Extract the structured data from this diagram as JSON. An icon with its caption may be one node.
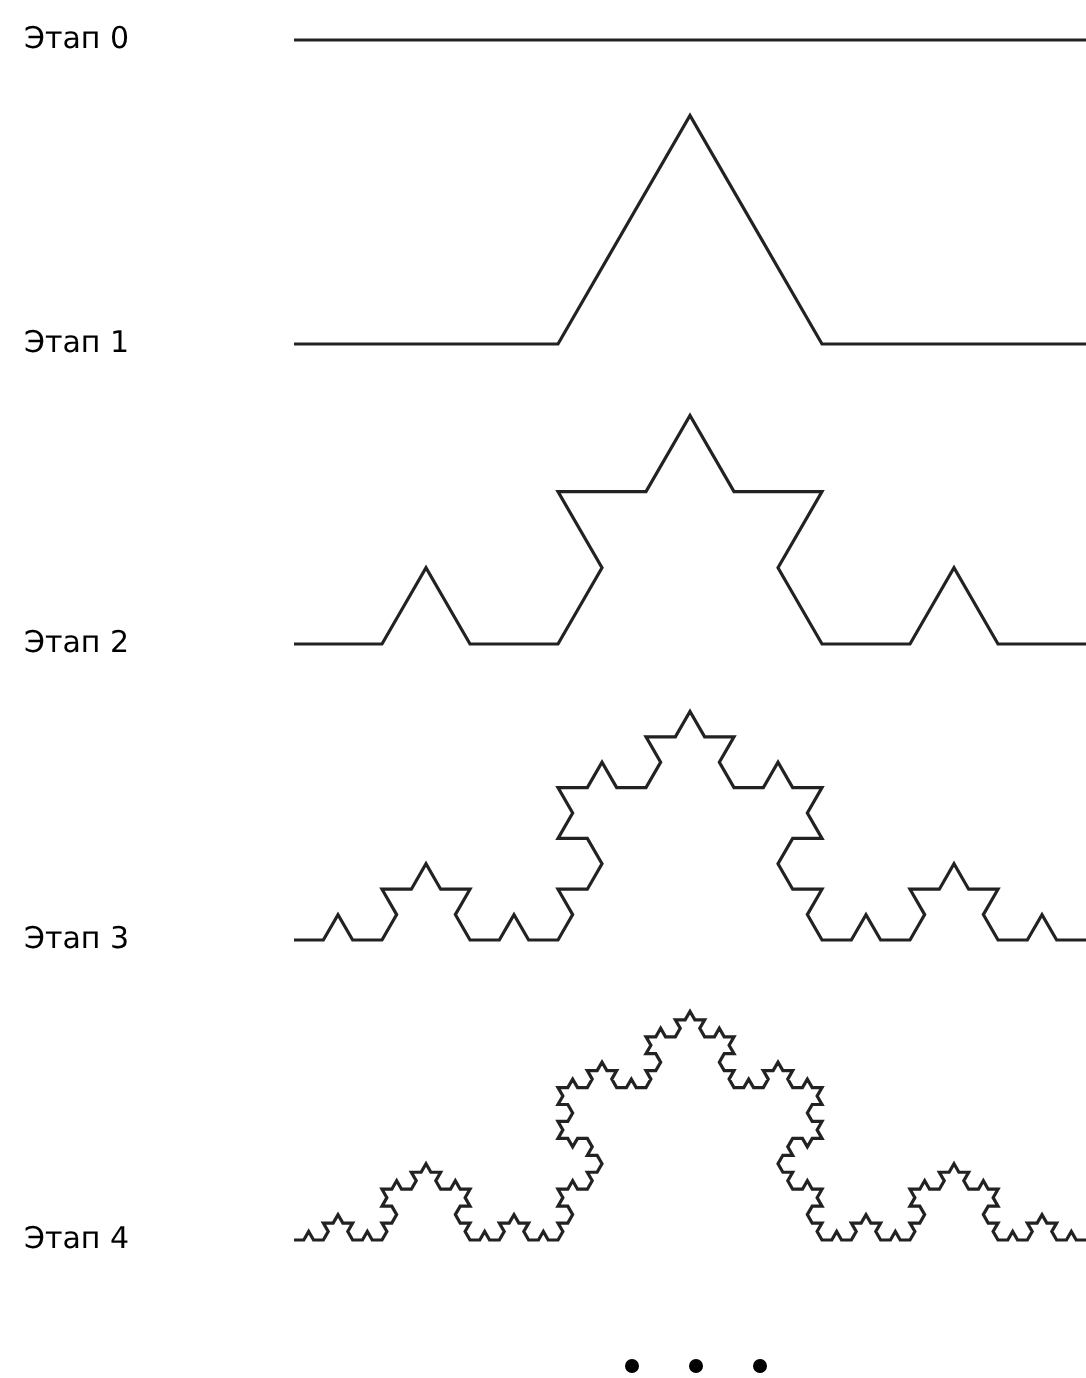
{
  "diagram": {
    "labels": [
      "Этап 0",
      "Этап 1",
      "Этап 2",
      "Этап 3",
      "Этап 4"
    ]
  }
}
